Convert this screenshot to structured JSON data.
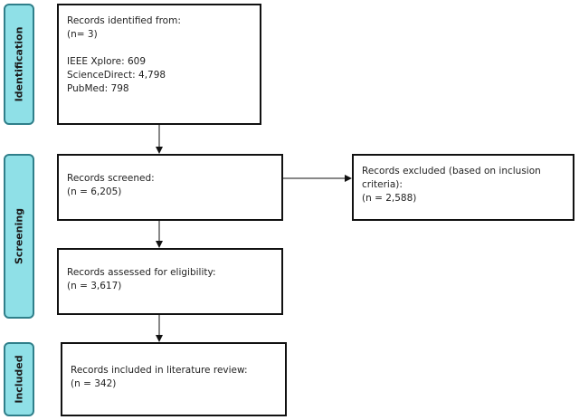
{
  "phases": {
    "identification": "Identification",
    "screening": "Screening",
    "included": "Included"
  },
  "boxes": {
    "identified": {
      "line1": "Records identified from:",
      "line2": "(n= 3)",
      "sources": [
        "IEEE Xplore: 609",
        "ScienceDirect: 4,798",
        "PubMed: 798"
      ]
    },
    "screened": {
      "line1": "Records screened:",
      "line2": "(n = 6,205)"
    },
    "excluded": {
      "line1": "Records excluded (based on inclusion",
      "line2": "criteria):",
      "line3": "(n = 2,588)"
    },
    "assessed": {
      "line1": "Records assessed for eligibility:",
      "line2": "(n = 3,617)"
    },
    "included": {
      "line1": "Records included in literature review:",
      "line2": "(n = 342)"
    }
  },
  "colors": {
    "phase_fill": "#8fe0e7",
    "phase_border": "#2f7f8a",
    "box_border": "#111111"
  }
}
